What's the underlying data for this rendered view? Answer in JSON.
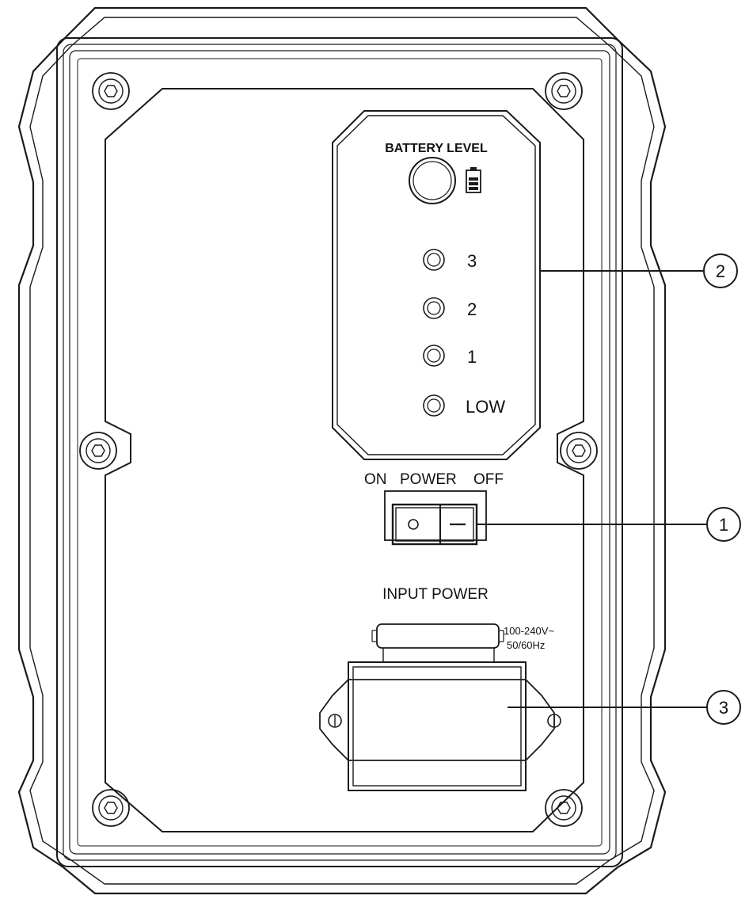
{
  "battery_panel": {
    "title": "BATTERY LEVEL",
    "button_icon": "round-push-button",
    "indicator_icon": "battery-icon",
    "levels": [
      "3",
      "2",
      "1",
      "LOW"
    ]
  },
  "power_switch": {
    "on_label": "ON",
    "title": "POWER",
    "off_label": "OFF",
    "on_symbol": "O",
    "off_symbol": "—"
  },
  "input_power": {
    "title": "INPUT POWER",
    "rating_voltage": "100-240V~",
    "rating_frequency": "50/60Hz"
  },
  "callouts": [
    {
      "number": "2",
      "target": "battery-level-panel"
    },
    {
      "number": "1",
      "target": "power-switch"
    },
    {
      "number": "3",
      "target": "input-power-socket"
    }
  ],
  "colors": {
    "line": "#1a1a1a",
    "background": "#ffffff"
  }
}
